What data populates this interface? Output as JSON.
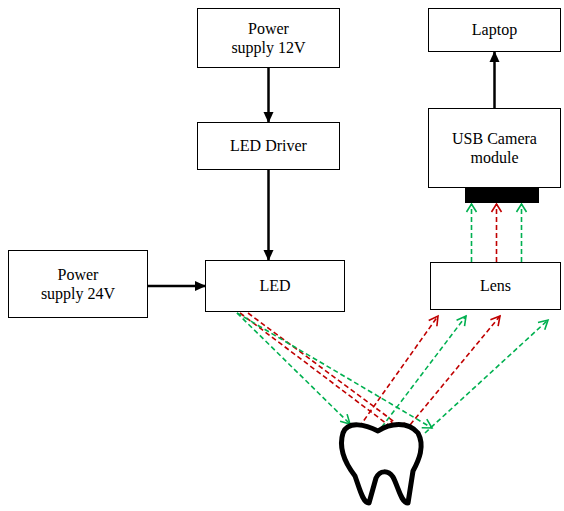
{
  "diagram": {
    "nodes": [
      {
        "text": [
          "Power supply 12V"
        ]
      },
      {
        "text": [
          "Laptop"
        ]
      },
      {
        "text": [
          "LED Driver"
        ]
      },
      {
        "text": [
          "USB Camera module"
        ]
      },
      {
        "text": [
          "Power supply 24V"
        ]
      },
      {
        "text": [
          "LED"
        ]
      },
      {
        "text": [
          "Lens"
        ]
      }
    ],
    "edges": [
      {
        "from": 0,
        "to": 2,
        "arrow": "to"
      },
      {
        "from": 2,
        "to": 5,
        "arrow": "to"
      },
      {
        "from": 4,
        "to": 5,
        "arrow": "to"
      },
      {
        "from": 3,
        "to": 1,
        "arrow": "to"
      },
      {
        "from": 6,
        "to": 3,
        "arrow": "to"
      },
      {
        "from": 6,
        "to": 3,
        "arrow": "to"
      },
      {
        "from": 6,
        "to": 3,
        "arrow": "to"
      }
    ]
  }
}
